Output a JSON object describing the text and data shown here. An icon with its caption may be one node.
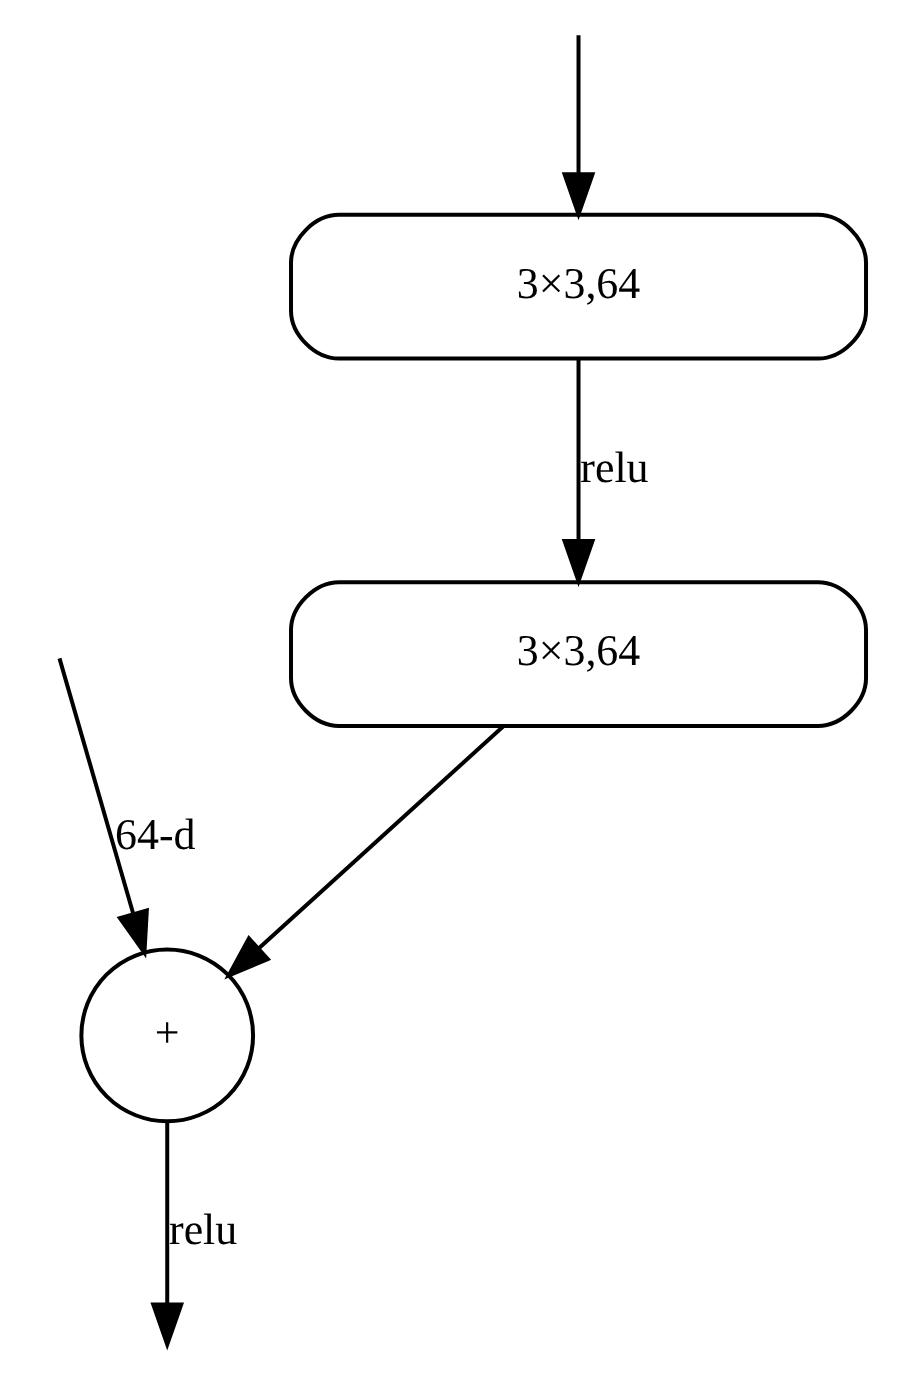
{
  "diagram": {
    "nodes": [
      {
        "text": [
          "3×3,64"
        ]
      },
      {
        "text": [
          "3×3,64"
        ]
      },
      {
        "text": [
          "+"
        ]
      }
    ],
    "edges": [
      {
        "from": null,
        "to": 0,
        "arrow": "to"
      },
      {
        "from": null,
        "to": 2,
        "arrow": "to",
        "label": "64-d"
      },
      {
        "from": 0,
        "to": 1,
        "arrow": "to",
        "label": "relu"
      },
      {
        "from": 1,
        "to": 2,
        "arrow": "to"
      },
      {
        "from": 2,
        "to": null,
        "arrow": "to",
        "label": "relu"
      }
    ]
  }
}
